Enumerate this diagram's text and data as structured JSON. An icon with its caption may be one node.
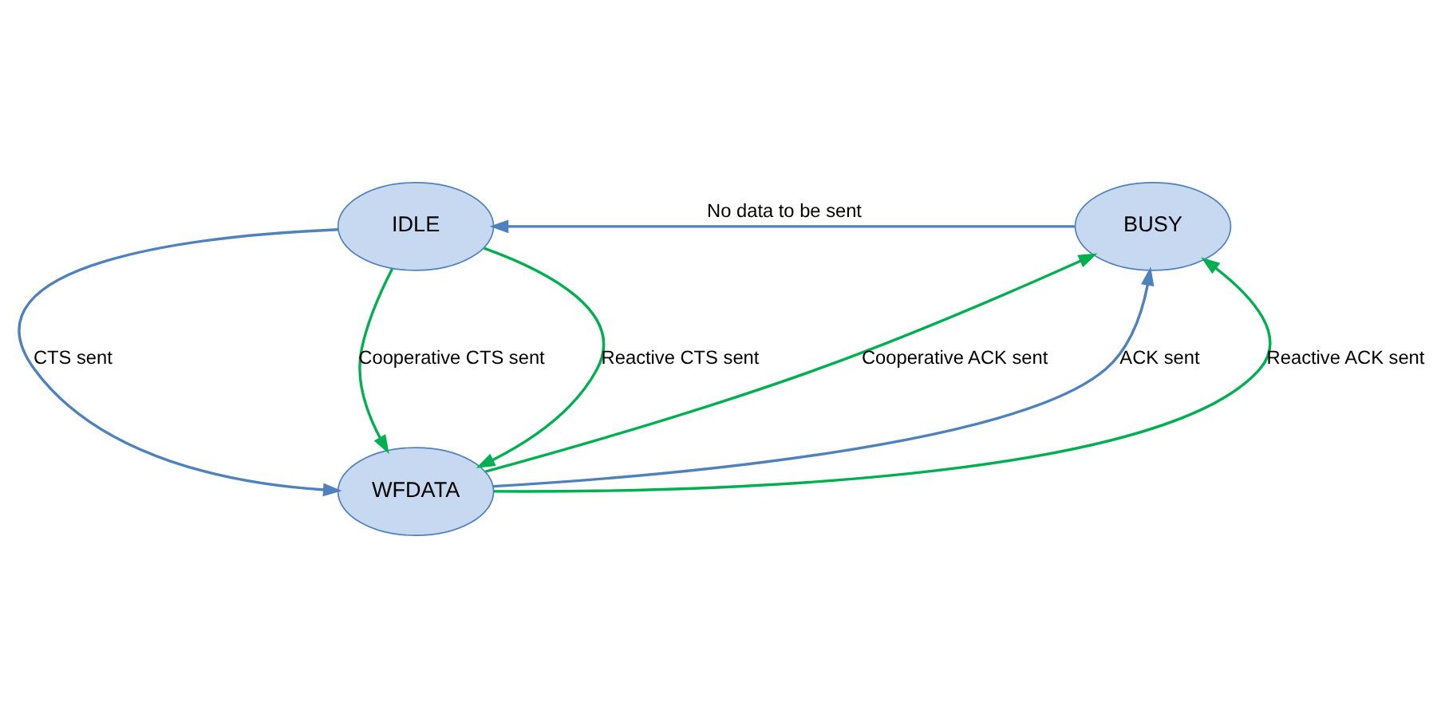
{
  "diagram": {
    "nodes": [
      {
        "text": [
          "IDLE"
        ]
      },
      {
        "text": [
          "BUSY"
        ]
      },
      {
        "text": [
          "WFDATA"
        ]
      }
    ],
    "edges": [
      {
        "from": 1,
        "to": 0,
        "arrow": "to",
        "label": "No data to be sent",
        "color": "#4f81bd"
      },
      {
        "from": 0,
        "to": 2,
        "arrow": "to",
        "label": "CTS sent",
        "color": "#4f81bd"
      },
      {
        "from": 0,
        "to": 2,
        "arrow": "to",
        "label": "Cooperative CTS sent",
        "color": "#00b050"
      },
      {
        "from": 0,
        "to": 2,
        "arrow": "to",
        "label": "Reactive CTS sent",
        "color": "#00b050"
      },
      {
        "from": 2,
        "to": 1,
        "arrow": "to",
        "label": "Cooperative ACK sent",
        "color": "#00b050"
      },
      {
        "from": 2,
        "to": 1,
        "arrow": "to",
        "label": "ACK sent",
        "color": "#4f81bd"
      },
      {
        "from": 2,
        "to": 1,
        "arrow": "to",
        "label": "Reactive ACK sent",
        "color": "#00b050"
      }
    ]
  }
}
